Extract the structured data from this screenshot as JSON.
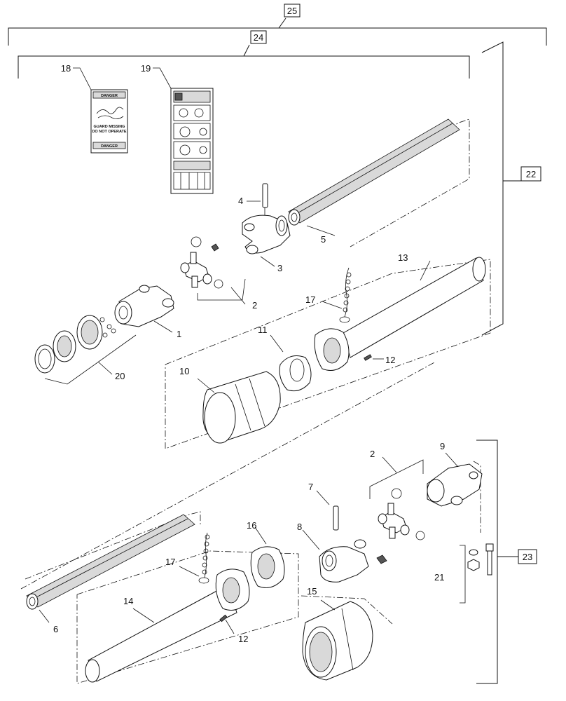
{
  "callouts": {
    "c1": "1",
    "c2a": "2",
    "c2b": "2",
    "c3": "3",
    "c4": "4",
    "c5": "5",
    "c6": "6",
    "c7": "7",
    "c8": "8",
    "c9": "9",
    "c10": "10",
    "c11": "11",
    "c12a": "12",
    "c12b": "12",
    "c13": "13",
    "c14": "14",
    "c15": "15",
    "c16": "16",
    "c17a": "17",
    "c17b": "17",
    "c18": "18",
    "c19": "19",
    "c20": "20",
    "c21": "21",
    "c22": "22",
    "c23": "23",
    "c24": "24",
    "c25": "25"
  },
  "decal18": {
    "top_word": "DANGER",
    "middle_line1": "GUARD MISSING",
    "middle_line2": "DO NOT OPERATE",
    "bottom_word": "DANGER"
  },
  "colors": {
    "ink": "#111111",
    "background": "#ffffff",
    "shade": "#d9d9d9"
  }
}
